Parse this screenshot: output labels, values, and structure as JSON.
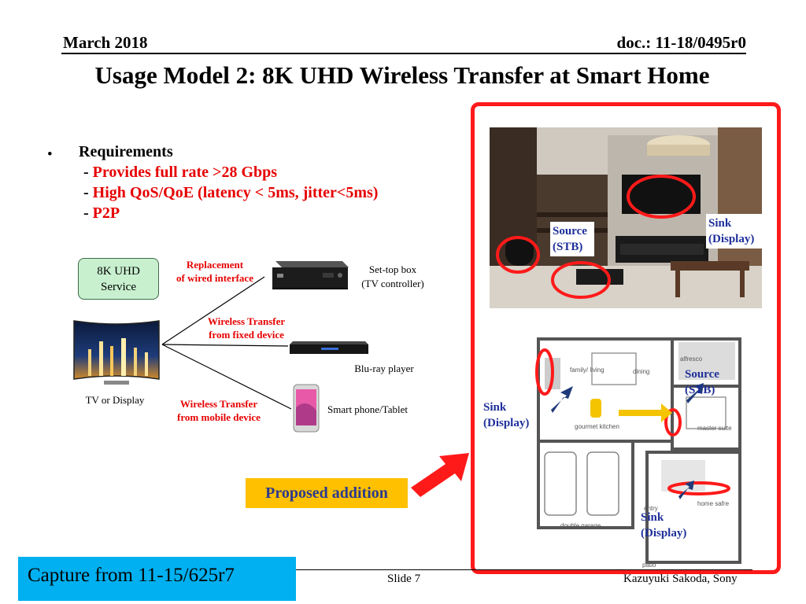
{
  "header": {
    "date": "March 2018",
    "doc": "doc.: 11-18/0495r0"
  },
  "title": "Usage Model 2: 8K UHD Wireless Transfer at Smart Home",
  "requirements": {
    "bullet": "•",
    "heading": "Requirements",
    "items": [
      "Provides full rate  >28 Gbps",
      "High QoS/QoE (latency < 5ms, jitter<5ms)",
      "P2P"
    ],
    "dash": "-"
  },
  "diagram": {
    "service_line1": "8K UHD",
    "service_line2": "Service",
    "replacement_line1": "Replacement",
    "replacement_line2": "of  wired interface",
    "stb_line1": "Set-top box",
    "stb_line2": "(TV controller)",
    "fixed_line1": "Wireless Transfer",
    "fixed_line2": "from fixed device",
    "bluray": "Blu-ray player",
    "tv": "TV or Display",
    "mobile_line1": "Wireless Transfer",
    "mobile_line2": "from mobile device",
    "phone": "Smart phone/Tablet"
  },
  "proposed": "Proposed addition",
  "photo_labels": {
    "source_line1": "Source",
    "source_line2": "(STB)",
    "sink_line1": "Sink",
    "sink_line2": "(Display)"
  },
  "floorplan_labels": {
    "room_alfresco": "alfresco",
    "room_family": "family/ living",
    "room_dining": "dining",
    "room_kitchen": "gourmet kitchen",
    "room_master": "master suite",
    "room_garage": "double garage",
    "room_patio": "patio",
    "room_entry": "entry",
    "room_home": "home safre",
    "source_line1": "Source",
    "source_line2": "(STB)",
    "sink_left_line1": "Sink",
    "sink_left_line2": "(Display)",
    "sink_bottom_line1": "Sink",
    "sink_bottom_line2": "(Display)"
  },
  "footer": {
    "capture": "Capture from 11-15/625r7",
    "slide": "Slide 7",
    "author": "Kazuyuki Sakoda, Sony"
  },
  "colors": {
    "accent_red": "#e60000",
    "label_blue": "#1e2f9a",
    "capture_bg": "#00b0f0",
    "proposed_bg": "#ffc000",
    "service_bg": "#c8f0cf"
  }
}
